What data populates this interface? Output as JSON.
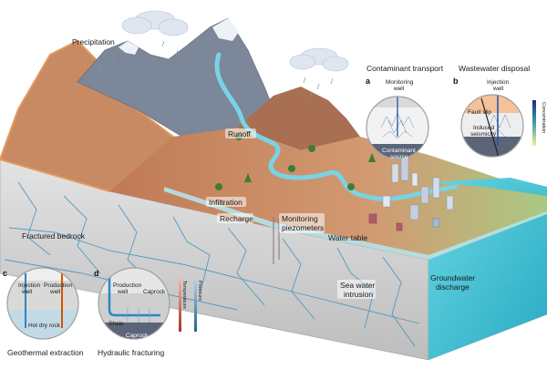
{
  "labels": {
    "precipitation": "Precipitation",
    "runoff": "Runoff",
    "infiltration": "Infiltration",
    "recharge": "Recharge",
    "monitoring_line1": "Monitoring",
    "monitoring_line2": "piezometers",
    "water_table": "Water table",
    "fractured_bedrock": "Fractured bedrock",
    "sea_line1": "Sea water",
    "sea_line2": "intrusion",
    "gw_line1": "Groundwater",
    "gw_line2": "discharge"
  },
  "panels": {
    "a": {
      "letter": "a",
      "title": "Contaminant transport",
      "well_line1": "Monitoring",
      "well_line2": "well",
      "source_line1": "Contaminant",
      "source_line2": "source"
    },
    "b": {
      "letter": "b",
      "title": "Wastewater disposal",
      "well_line1": "Injection",
      "well_line2": "well",
      "fault": "Fault slip",
      "seis_line1": "Induced",
      "seis_line2": "seismicity",
      "colorbar": "Concentration"
    },
    "c": {
      "letter": "c",
      "title": "Geothermal extraction",
      "inj_line1": "Injection",
      "inj_line2": "well",
      "prod_line1": "Production",
      "prod_line2": "well",
      "rock": "Hot dry rock"
    },
    "d": {
      "letter": "d",
      "title": "Hydraulic fracturing",
      "prod_line1": "Production",
      "prod_line2": "well",
      "caprock_top": "Caprock",
      "shale": "Shale",
      "caprock_bottom": "Caprock",
      "temperature": "Temperature",
      "pressure": "Pressure"
    }
  },
  "colors": {
    "sky": "#ffffff",
    "mountain": "#7c879a",
    "snow": "#eef2f7",
    "soil": "#c98a66",
    "grass": "#9bcf7a",
    "water": "#5fd0dd",
    "sea": "#3ec3d6",
    "bedrock": "#d9d9d9",
    "fracture": "#4a9fc9",
    "concentration_top": "#1b2a8a",
    "concentration_bottom": "#f3ef9a",
    "temperature": "#c0392b",
    "pressure": "#2e86c1"
  }
}
